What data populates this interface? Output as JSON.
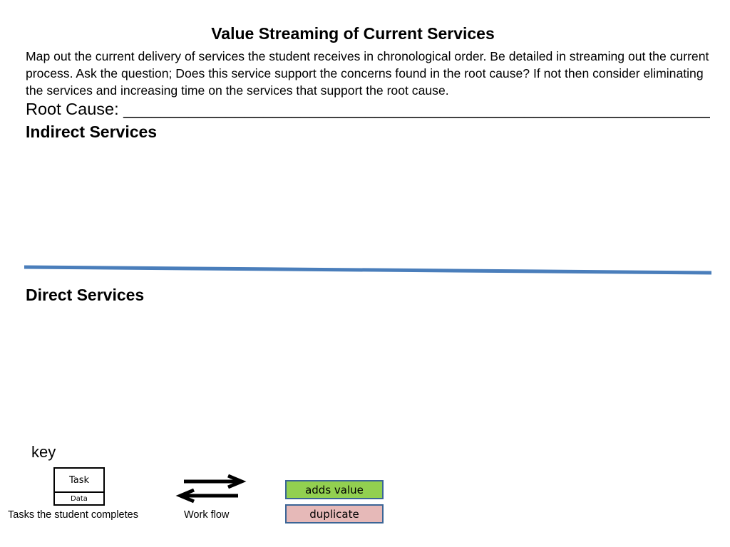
{
  "title": "Value Streaming of Current Services",
  "instructions": "Map out the current delivery of services the student receives in chronological order. Be detailed in streaming out the current process. Ask the question; Does this service support the concerns found in the root cause? If not then consider eliminating the services and increasing time on the services that support the root cause.",
  "root_cause_line": "Root Cause: ________________________________________________________________",
  "sections": {
    "indirect": "Indirect Services",
    "direct": "Direct Services"
  },
  "colors": {
    "divider": "#4a7ebb",
    "adds_value": "#92d050",
    "duplicate": "#e6b9b8",
    "swatch_border": "#3b6596"
  },
  "key": {
    "title": "key",
    "task_box": {
      "top_label": "Task",
      "bottom_label": "Data"
    },
    "task_caption": "Tasks the student completes",
    "workflow_icon": "double-arrow-icon",
    "workflow_caption": "Work flow",
    "adds_value_label": "adds value",
    "duplicate_label": "duplicate"
  }
}
